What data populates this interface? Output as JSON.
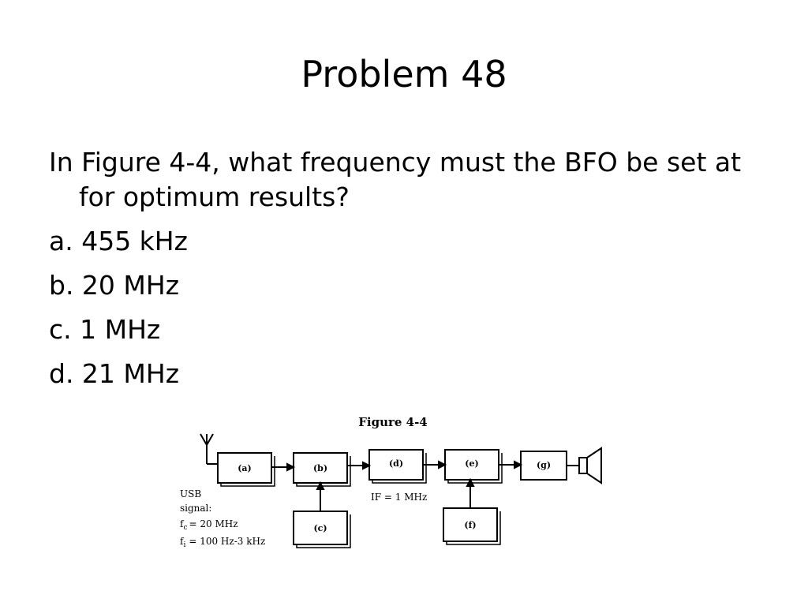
{
  "slide": {
    "title": "Problem 48",
    "question": "In Figure 4-4, what frequency must the BFO be set at for optimum results?",
    "options": [
      "a. 455 kHz",
      "b. 20 MHz",
      "c. 1 MHz",
      "d. 21 MHz"
    ]
  },
  "figure": {
    "caption": "Figure 4-4",
    "blocks": {
      "a": "(a)",
      "b": "(b)",
      "c": "(c)",
      "d": "(d)",
      "e": "(e)",
      "f": "(f)",
      "g": "(g)"
    },
    "if_label": "IF = 1 MHz",
    "usb_label_1": "USB",
    "usb_label_2": "signal:",
    "fc_label": "= 20 MHz",
    "fi_label": "= 100 Hz-3 kHz",
    "fc_symbol": "f",
    "fc_sub": "c",
    "fi_symbol": "f",
    "fi_sub": "i"
  }
}
